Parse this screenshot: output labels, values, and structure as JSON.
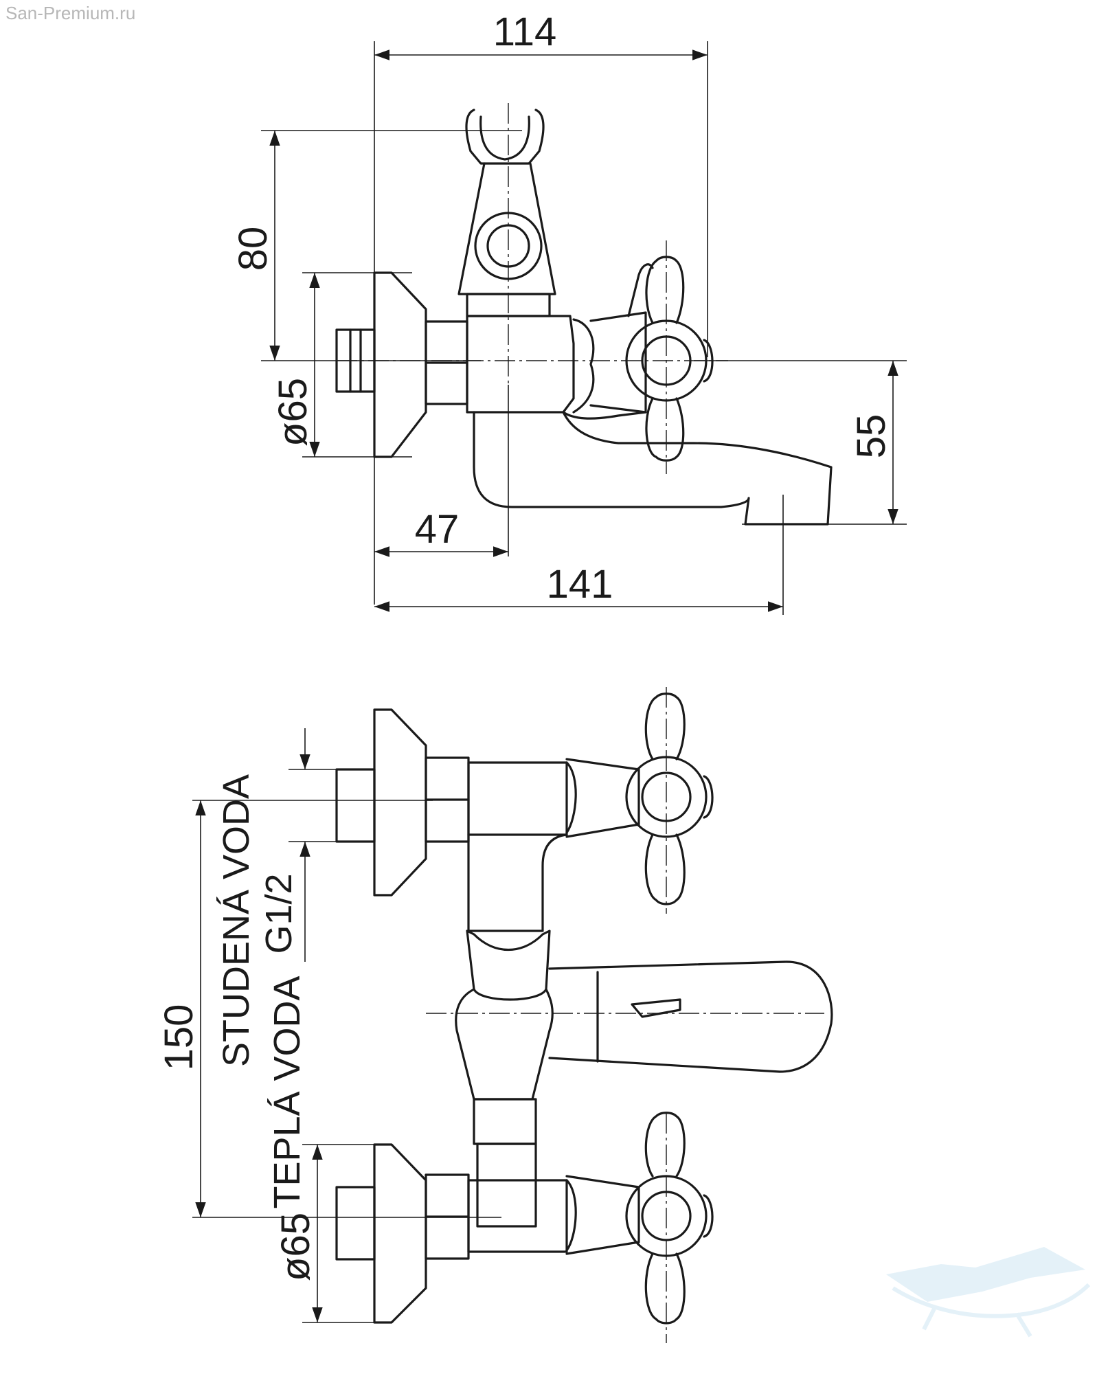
{
  "watermark": "San-Premium.ru",
  "top_view": {
    "dim_width": "114",
    "dim_height": "80",
    "dim_flange": "ø65",
    "dim_outlet": "55",
    "dim_spout_center": "47",
    "dim_total_depth": "141"
  },
  "front_view": {
    "dim_centers": "150",
    "dim_flange": "ø65",
    "label_cold": "STUDENÁ VODA",
    "label_thread": "G1/2",
    "label_hot": "TEPLÁ VODA"
  },
  "colors": {
    "line": "#1a1a1a",
    "watermark": "#b7b7b7",
    "logo": "#cfe6f4"
  }
}
